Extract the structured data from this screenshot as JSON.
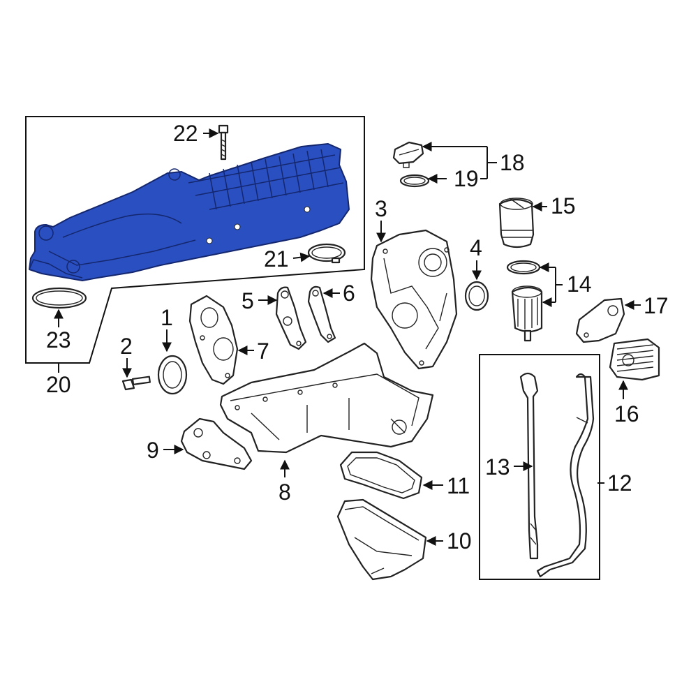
{
  "highlight_color": "#2a4fc0",
  "callouts": {
    "c1": "1",
    "c2": "2",
    "c3": "3",
    "c4": "4",
    "c5": "5",
    "c6": "6",
    "c7": "7",
    "c8": "8",
    "c9": "9",
    "c10": "10",
    "c11": "11",
    "c12": "12",
    "c13": "13",
    "c14": "14",
    "c15": "15",
    "c16": "16",
    "c17": "17",
    "c18": "18",
    "c19": "19",
    "c20": "20",
    "c21": "21",
    "c22": "22",
    "c23": "23"
  }
}
